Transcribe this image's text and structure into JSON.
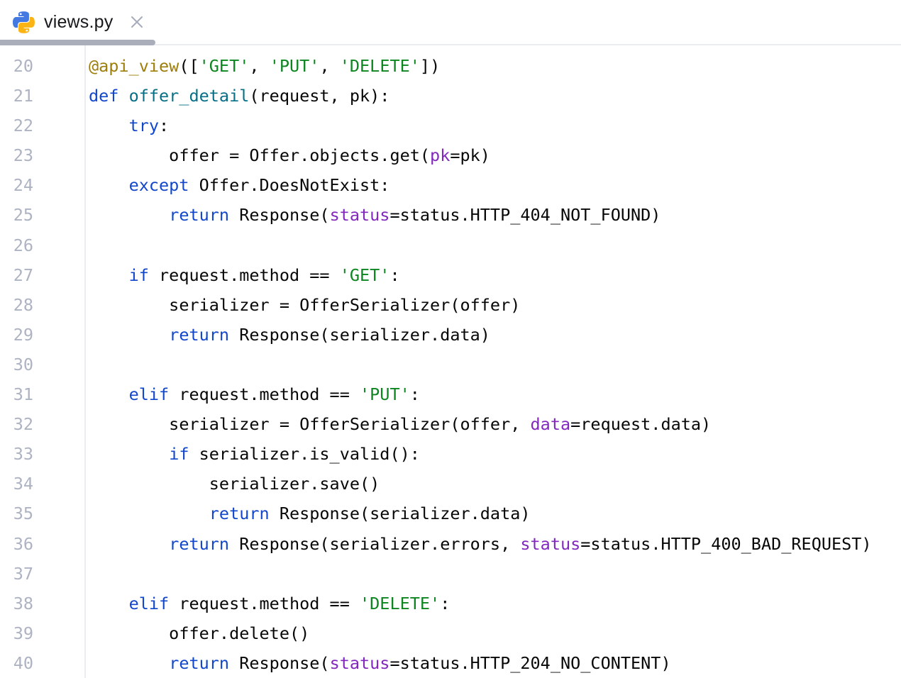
{
  "tab": {
    "title": "views.py",
    "file_icon": "python-logo-icon",
    "close_icon": "x"
  },
  "colors": {
    "plain": "#070708",
    "keyword": "#1247cc",
    "string": "#0d8520",
    "decorator": "#9e7e0a",
    "function": "#076f86",
    "namedarg": "#8228be",
    "line_number": "#aeb3c3",
    "gutter_divider": "#ebecf0",
    "tab_border": "#ebecf0",
    "tab_underline": "#a9aeba",
    "tab_title": "#17181c",
    "close_icon_color": "#a6acbc",
    "python_icon_blue": "#4579e2",
    "python_icon_yellow": "#fcb414",
    "background": "#ffffff"
  },
  "editor": {
    "language": "python",
    "first_line_number": 20,
    "last_line_number": 40,
    "lines": [
      {
        "number": 20,
        "tokens": [
          [
            "decorator",
            "@api_view"
          ],
          [
            "plain",
            "(["
          ],
          [
            "string",
            "'GET'"
          ],
          [
            "plain",
            ", "
          ],
          [
            "string",
            "'PUT'"
          ],
          [
            "plain",
            ", "
          ],
          [
            "string",
            "'DELETE'"
          ],
          [
            "plain",
            "])"
          ]
        ]
      },
      {
        "number": 21,
        "tokens": [
          [
            "keyword",
            "def "
          ],
          [
            "function",
            "offer_detail"
          ],
          [
            "plain",
            "(request, pk):"
          ]
        ]
      },
      {
        "number": 22,
        "tokens": [
          [
            "plain",
            "    "
          ],
          [
            "keyword",
            "try"
          ],
          [
            "plain",
            ":"
          ]
        ]
      },
      {
        "number": 23,
        "tokens": [
          [
            "plain",
            "        offer = Offer.objects.get("
          ],
          [
            "namedarg",
            "pk"
          ],
          [
            "plain",
            "=pk)"
          ]
        ]
      },
      {
        "number": 24,
        "tokens": [
          [
            "plain",
            "    "
          ],
          [
            "keyword",
            "except"
          ],
          [
            "plain",
            " Offer.DoesNotExist:"
          ]
        ]
      },
      {
        "number": 25,
        "tokens": [
          [
            "plain",
            "        "
          ],
          [
            "keyword",
            "return"
          ],
          [
            "plain",
            " Response("
          ],
          [
            "namedarg",
            "status"
          ],
          [
            "plain",
            "=status.HTTP_404_NOT_FOUND)"
          ]
        ]
      },
      {
        "number": 26,
        "tokens": []
      },
      {
        "number": 27,
        "tokens": [
          [
            "plain",
            "    "
          ],
          [
            "keyword",
            "if"
          ],
          [
            "plain",
            " request.method == "
          ],
          [
            "string",
            "'GET'"
          ],
          [
            "plain",
            ":"
          ]
        ]
      },
      {
        "number": 28,
        "tokens": [
          [
            "plain",
            "        serializer = OfferSerializer(offer)"
          ]
        ]
      },
      {
        "number": 29,
        "tokens": [
          [
            "plain",
            "        "
          ],
          [
            "keyword",
            "return"
          ],
          [
            "plain",
            " Response(serializer.data)"
          ]
        ]
      },
      {
        "number": 30,
        "tokens": []
      },
      {
        "number": 31,
        "tokens": [
          [
            "plain",
            "    "
          ],
          [
            "keyword",
            "elif"
          ],
          [
            "plain",
            " request.method == "
          ],
          [
            "string",
            "'PUT'"
          ],
          [
            "plain",
            ":"
          ]
        ]
      },
      {
        "number": 32,
        "tokens": [
          [
            "plain",
            "        serializer = OfferSerializer(offer, "
          ],
          [
            "namedarg",
            "data"
          ],
          [
            "plain",
            "=request.data)"
          ]
        ]
      },
      {
        "number": 33,
        "tokens": [
          [
            "plain",
            "        "
          ],
          [
            "keyword",
            "if"
          ],
          [
            "plain",
            " serializer.is_valid():"
          ]
        ]
      },
      {
        "number": 34,
        "tokens": [
          [
            "plain",
            "            serializer.save()"
          ]
        ]
      },
      {
        "number": 35,
        "tokens": [
          [
            "plain",
            "            "
          ],
          [
            "keyword",
            "return"
          ],
          [
            "plain",
            " Response(serializer.data)"
          ]
        ]
      },
      {
        "number": 36,
        "tokens": [
          [
            "plain",
            "        "
          ],
          [
            "keyword",
            "return"
          ],
          [
            "plain",
            " Response(serializer.errors, "
          ],
          [
            "namedarg",
            "status"
          ],
          [
            "plain",
            "=status.HTTP_400_BAD_REQUEST)"
          ]
        ]
      },
      {
        "number": 37,
        "tokens": []
      },
      {
        "number": 38,
        "tokens": [
          [
            "plain",
            "    "
          ],
          [
            "keyword",
            "elif"
          ],
          [
            "plain",
            " request.method == "
          ],
          [
            "string",
            "'DELETE'"
          ],
          [
            "plain",
            ":"
          ]
        ]
      },
      {
        "number": 39,
        "tokens": [
          [
            "plain",
            "        offer.delete()"
          ]
        ]
      },
      {
        "number": 40,
        "tokens": [
          [
            "plain",
            "        "
          ],
          [
            "keyword",
            "return"
          ],
          [
            "plain",
            " Response("
          ],
          [
            "namedarg",
            "status"
          ],
          [
            "plain",
            "=status.HTTP_204_NO_CONTENT)"
          ]
        ]
      }
    ]
  }
}
